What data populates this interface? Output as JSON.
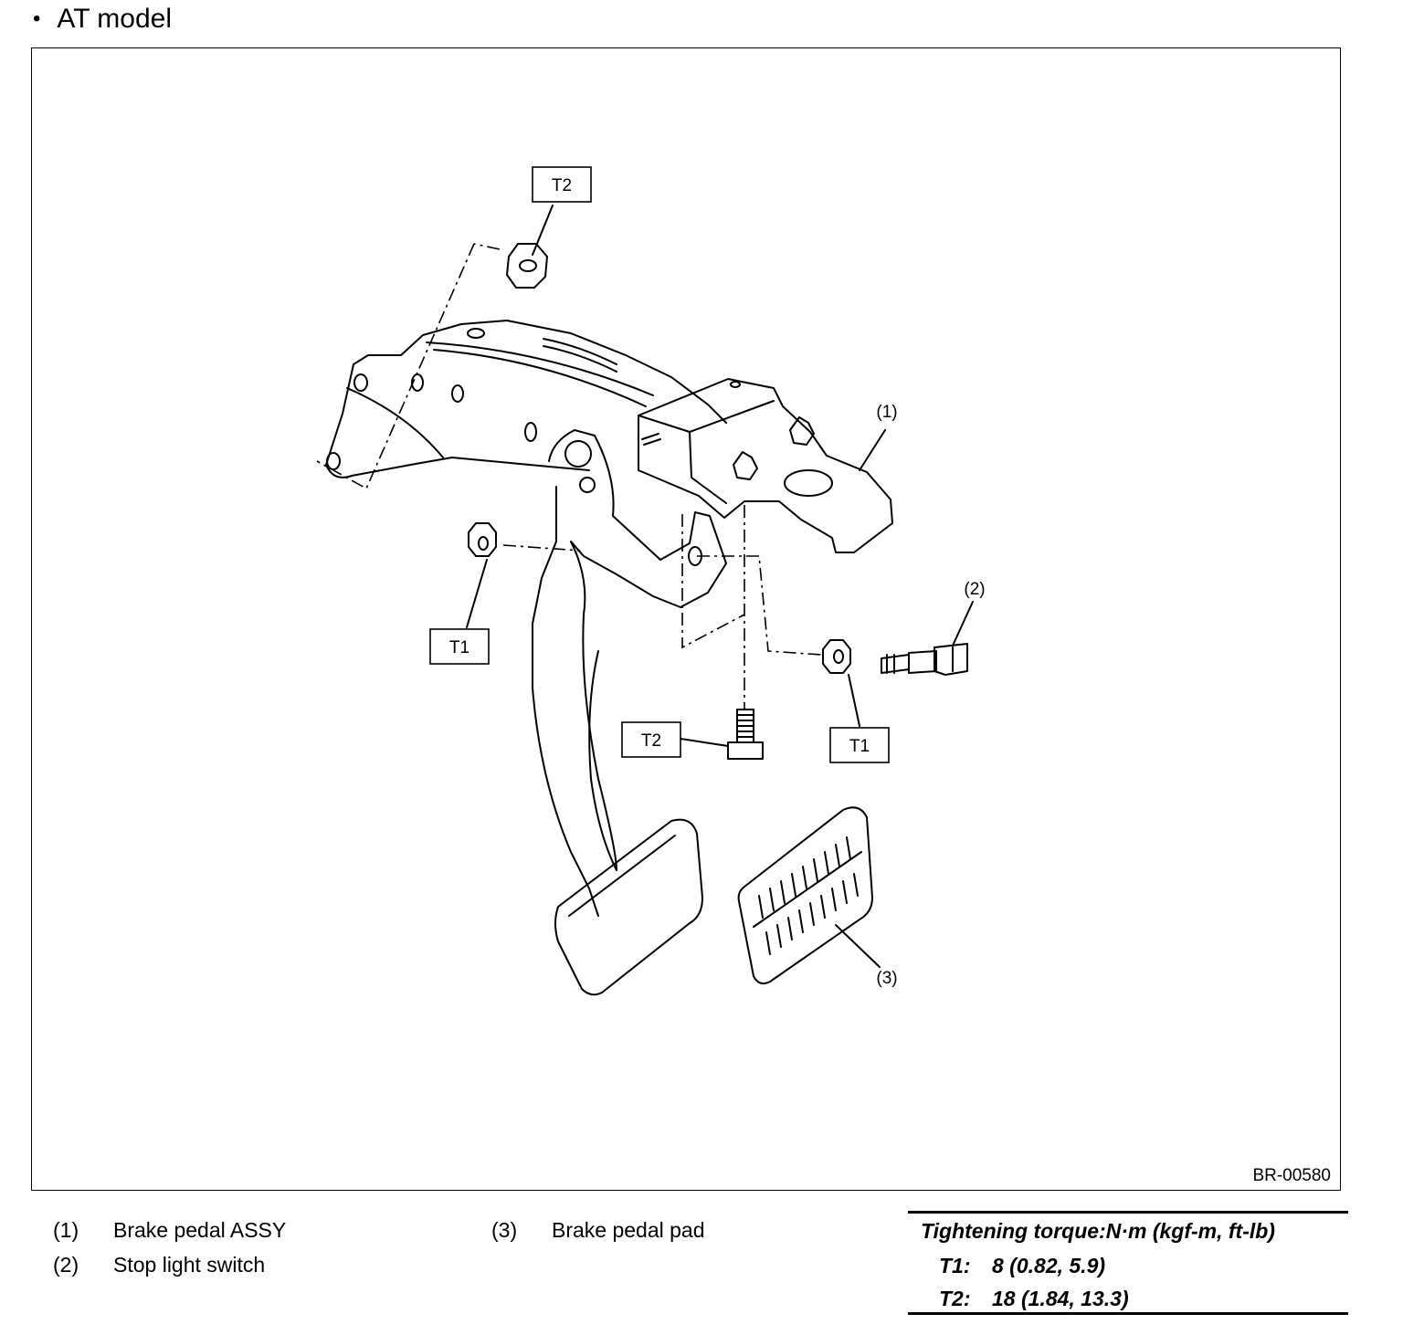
{
  "heading": {
    "bullet": "•",
    "title": "AT model"
  },
  "figure": {
    "code": "BR-00580",
    "callouts": {
      "one": "(1)",
      "two": "(2)",
      "three": "(3)"
    },
    "torque_tags": {
      "t2_top": "T2",
      "t1_left": "T1",
      "t2_bolt": "T2",
      "t1_right": "T1"
    }
  },
  "legend": [
    {
      "num": "(1)",
      "text": "Brake pedal ASSY"
    },
    {
      "num": "(2)",
      "text": "Stop light switch"
    },
    {
      "num": "(3)",
      "text": "Brake pedal pad"
    }
  ],
  "torque": {
    "title": "Tightening torque:N·m (kgf-m, ft-lb)",
    "rows": [
      {
        "key": "T1:",
        "value": "8 (0.82, 5.9)"
      },
      {
        "key": "T2:",
        "value": "18 (1.84, 13.3)"
      }
    ]
  }
}
